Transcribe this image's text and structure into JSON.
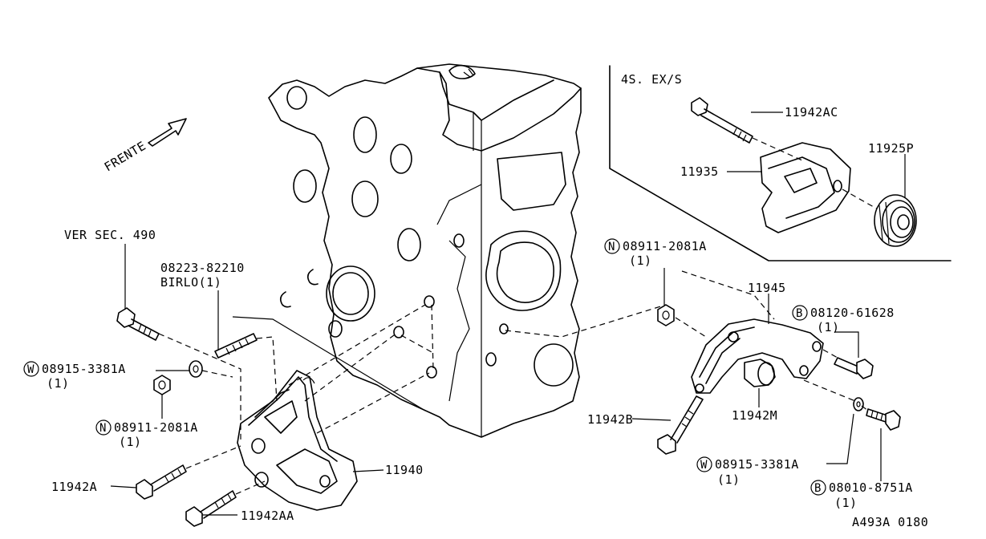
{
  "labels": {
    "variant": "4S. EX/S",
    "front": "FRENTE",
    "ref_section": "VER SEC. 490",
    "stud_part": "08223-82210",
    "stud_desc": "BIRLO(1)",
    "washer_left_prefix": "W",
    "washer_left_part": "08915-3381A",
    "washer_left_qty": "(1)",
    "nut_left_prefix": "N",
    "nut_left_part": "08911-2081A",
    "nut_left_qty": "(1)",
    "bolt_11942a": "11942A",
    "bolt_11942aa": "11942AA",
    "bracket_11940": "11940",
    "bolt_11942ac": "11942AC",
    "bracket_11935": "11935",
    "pulley_11925p": "11925P",
    "nut_right_prefix": "N",
    "nut_right_part": "08911-2081A",
    "nut_right_qty": "(1)",
    "bracket_11945": "11945",
    "bolt_b1_prefix": "B",
    "bolt_b1_part": "08120-61628",
    "bolt_b1_qty": "(1)",
    "bolt_11942b": "11942B",
    "spacer_11942m": "11942M",
    "washer_right_prefix": "W",
    "washer_right_part": "08915-3381A",
    "washer_right_qty": "(1)",
    "bolt_b2_prefix": "B",
    "bolt_b2_part": "08010-8751A",
    "bolt_b2_qty": "(1)",
    "diagram_code": "A493A 0180"
  }
}
